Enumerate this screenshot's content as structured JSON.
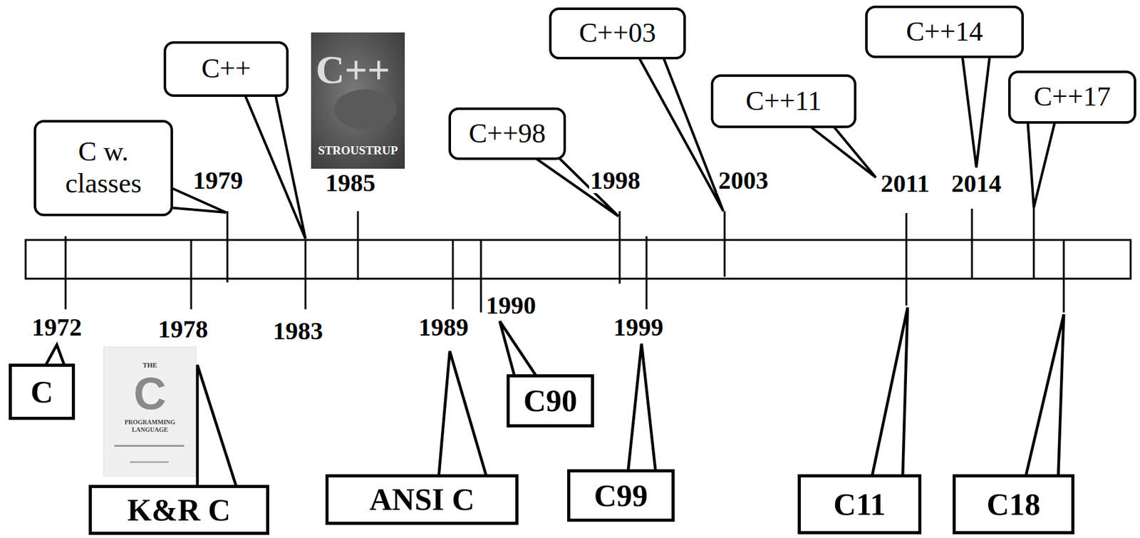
{
  "diagram": {
    "nodes": [
      {
        "text": [
          "C w. classes"
        ]
      },
      {
        "text": [
          "C++"
        ]
      },
      {
        "text": [
          "C++98"
        ]
      },
      {
        "text": [
          "C++03"
        ]
      },
      {
        "text": [
          "C++11"
        ]
      },
      {
        "text": [
          "C++14"
        ]
      },
      {
        "text": [
          "C++17"
        ]
      },
      {
        "text": [
          "C"
        ]
      },
      {
        "text": [
          "K&R C"
        ]
      },
      {
        "text": [
          "ANSI C"
        ]
      },
      {
        "text": [
          "C90"
        ]
      },
      {
        "text": [
          "C99"
        ]
      },
      {
        "text": [
          "C11"
        ]
      },
      {
        "text": [
          "C18"
        ]
      }
    ],
    "labels": [
      "1979",
      "1985",
      "1998",
      "2003",
      "2011",
      "2014",
      "1972",
      "1978",
      "1983",
      "1989",
      "1990",
      "1999",
      "C++",
      "STROUSTRUP",
      "THE",
      "C",
      "PROGRAMMING LANGUAGE"
    ]
  }
}
